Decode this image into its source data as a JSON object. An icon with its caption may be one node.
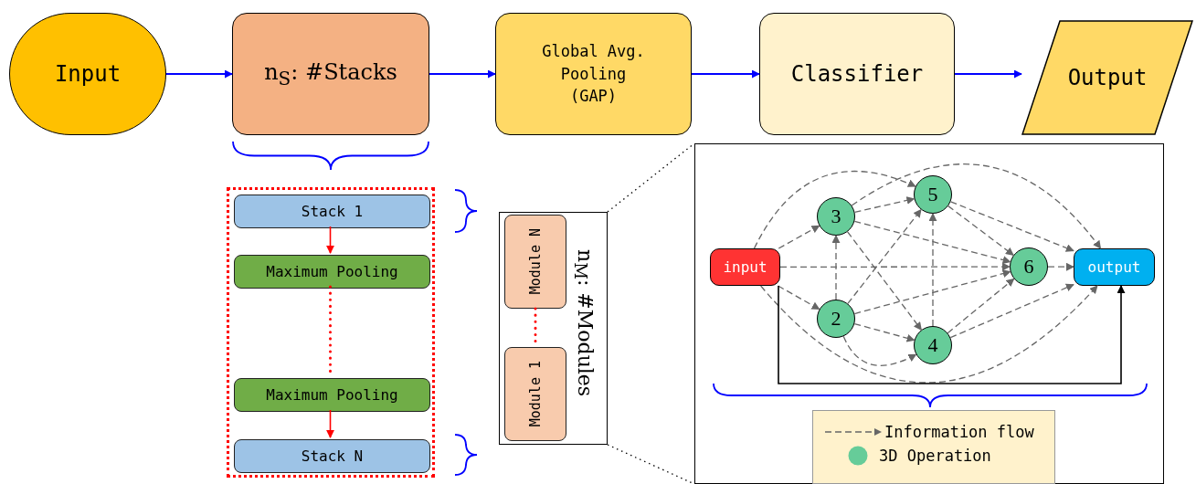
{
  "diagram": {
    "nodes": [
      {
        "text": [
          "Input"
        ]
      },
      {
        "text": [
          "n$_{S}$: #Stacks"
        ]
      },
      {
        "text": [
          "Global Avg. Pooling (GAP)"
        ]
      },
      {
        "text": [
          "Classifier"
        ]
      },
      {
        "text": [
          "Output"
        ]
      },
      {
        "text": [],
        "shape": "box"
      },
      {
        "text": [
          "Stack 1"
        ],
        "in": 5
      },
      {
        "text": [
          "Maximum Pooling"
        ],
        "in": 5
      },
      {
        "text": [
          "Maximum Pooling"
        ],
        "in": 5
      },
      {
        "text": [
          "Stack N"
        ],
        "in": 5
      },
      {
        "text": [
          "n$_{M}$: #Modules"
        ]
      },
      {
        "text": [
          "Module N"
        ],
        "in": 10
      },
      {
        "text": [
          "Module 1"
        ],
        "in": 10
      },
      {
        "text": [],
        "shape": "box"
      },
      {
        "text": [
          "input"
        ],
        "in": 13
      },
      {
        "text": [
          "3"
        ],
        "in": 13
      },
      {
        "text": [
          "5"
        ],
        "in": 13
      },
      {
        "text": [
          "2"
        ],
        "in": 13
      },
      {
        "text": [
          "4"
        ],
        "in": 13
      },
      {
        "text": [
          "6"
        ],
        "in": 13
      },
      {
        "text": [
          "output"
        ],
        "in": 13
      }
    ],
    "edges": [
      {
        "from": 0,
        "to": 1,
        "arrow": "to",
        "color": "#0000ff"
      },
      {
        "from": 1,
        "to": 2,
        "arrow": "to",
        "color": "#0000ff"
      },
      {
        "from": 2,
        "to": 3,
        "arrow": "to",
        "color": "#0000ff"
      },
      {
        "from": 3,
        "to": 4,
        "arrow": "to",
        "color": "#0000ff"
      },
      {
        "from": 6,
        "to": 7,
        "arrow": "to",
        "color": "#ff0000"
      },
      {
        "from": 7,
        "to": 8,
        "arrow": "none",
        "style": "dashed",
        "color": "#ff0000"
      },
      {
        "from": 8,
        "to": 9,
        "arrow": "to",
        "color": "#ff0000"
      },
      {
        "from": 11,
        "to": 12,
        "arrow": "none",
        "style": "dashed",
        "color": "#ff0000"
      },
      {
        "from": 14,
        "to": 15,
        "arrow": "to",
        "style": "dashed"
      },
      {
        "from": 14,
        "to": 17,
        "arrow": "to",
        "style": "dashed"
      },
      {
        "from": 14,
        "to": 19,
        "arrow": "to",
        "style": "dashed"
      },
      {
        "from": 14,
        "to": 16,
        "arrow": "to",
        "style": "dashed"
      },
      {
        "from": 14,
        "to": 20,
        "arrow": "to",
        "style": "dashed"
      },
      {
        "from": 15,
        "to": 20,
        "arrow": "to",
        "style": "dashed"
      },
      {
        "from": 17,
        "to": 18,
        "arrow": "to",
        "style": "dashed"
      },
      {
        "from": 17,
        "to": 15,
        "arrow": "to",
        "style": "dashed"
      },
      {
        "from": 17,
        "to": 16,
        "arrow": "to",
        "style": "dashed"
      },
      {
        "from": 17,
        "to": 18,
        "arrow": "to",
        "style": "dashed"
      },
      {
        "from": 17,
        "to": 19,
        "arrow": "to",
        "style": "dashed"
      },
      {
        "from": 15,
        "to": 16,
        "arrow": "to",
        "style": "dashed"
      },
      {
        "from": 15,
        "to": 19,
        "arrow": "to",
        "style": "dashed"
      },
      {
        "from": 15,
        "to": 18,
        "arrow": "to",
        "style": "dashed"
      },
      {
        "from": 18,
        "to": 16,
        "arrow": "to",
        "style": "dashed"
      },
      {
        "from": 18,
        "to": 19,
        "arrow": "to",
        "style": "dashed"
      },
      {
        "from": 18,
        "to": 20,
        "arrow": "to",
        "style": "dashed"
      },
      {
        "from": 16,
        "to": 19,
        "arrow": "to",
        "style": "dashed"
      },
      {
        "from": 16,
        "to": 20,
        "arrow": "to",
        "style": "dashed"
      },
      {
        "from": 19,
        "to": 20,
        "arrow": "to",
        "style": "dashed"
      },
      {
        "from": 14,
        "to": 20,
        "arrow": "to",
        "color": "#000000"
      },
      {
        "from": 10,
        "to": 13,
        "arrow": "none",
        "style": "dashed",
        "color": "#000000"
      },
      {
        "from": 10,
        "to": 13,
        "arrow": "none",
        "style": "dashed",
        "color": "#000000"
      }
    ],
    "legend": [
      {
        "text": "Information flow"
      },
      {
        "text": "3D Operation"
      }
    ]
  }
}
